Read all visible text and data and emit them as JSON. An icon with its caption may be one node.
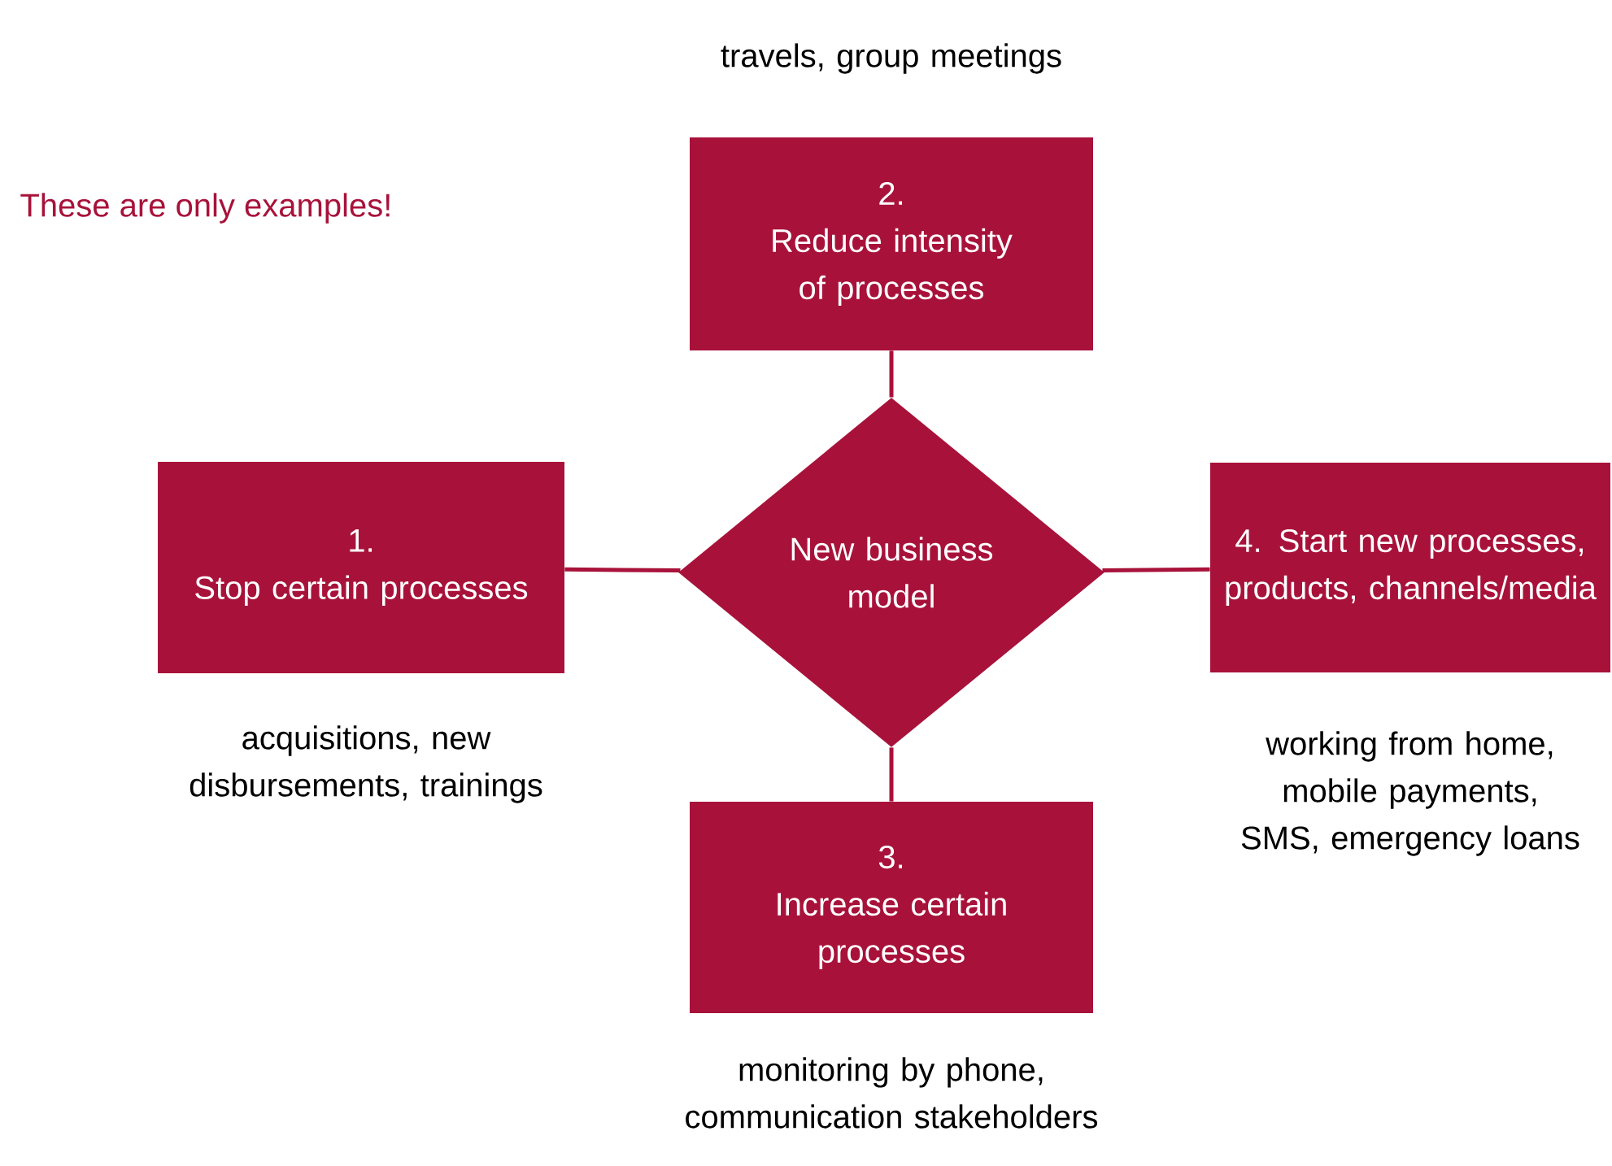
{
  "diagram": {
    "nodes": [
      {
        "text": [
          "New business model"
        ]
      },
      {
        "text": [
          "1.",
          "Stop certain processes"
        ],
        "beside": [
          "acquisitions, new disbursements, trainings"
        ]
      },
      {
        "text": [
          "2.",
          "Reduce intensity of processes"
        ],
        "beside": [
          "travels, group meetings"
        ]
      },
      {
        "text": [
          "3.",
          "Increase certain processes"
        ],
        "beside": [
          "monitoring by phone, communication stakeholders"
        ]
      },
      {
        "text": [
          "4.  Start new processes, products, channels/media"
        ],
        "beside": [
          "working from home, mobile payments, SMS, emergency loans"
        ]
      }
    ],
    "edges": [
      {
        "from": 0,
        "to": 1,
        "arrow": "none"
      },
      {
        "from": 0,
        "to": 2,
        "arrow": "none"
      },
      {
        "from": 0,
        "to": 3,
        "arrow": "none"
      },
      {
        "from": 0,
        "to": 4,
        "arrow": "none"
      }
    ],
    "labels": [
      "These are only examples!"
    ]
  }
}
